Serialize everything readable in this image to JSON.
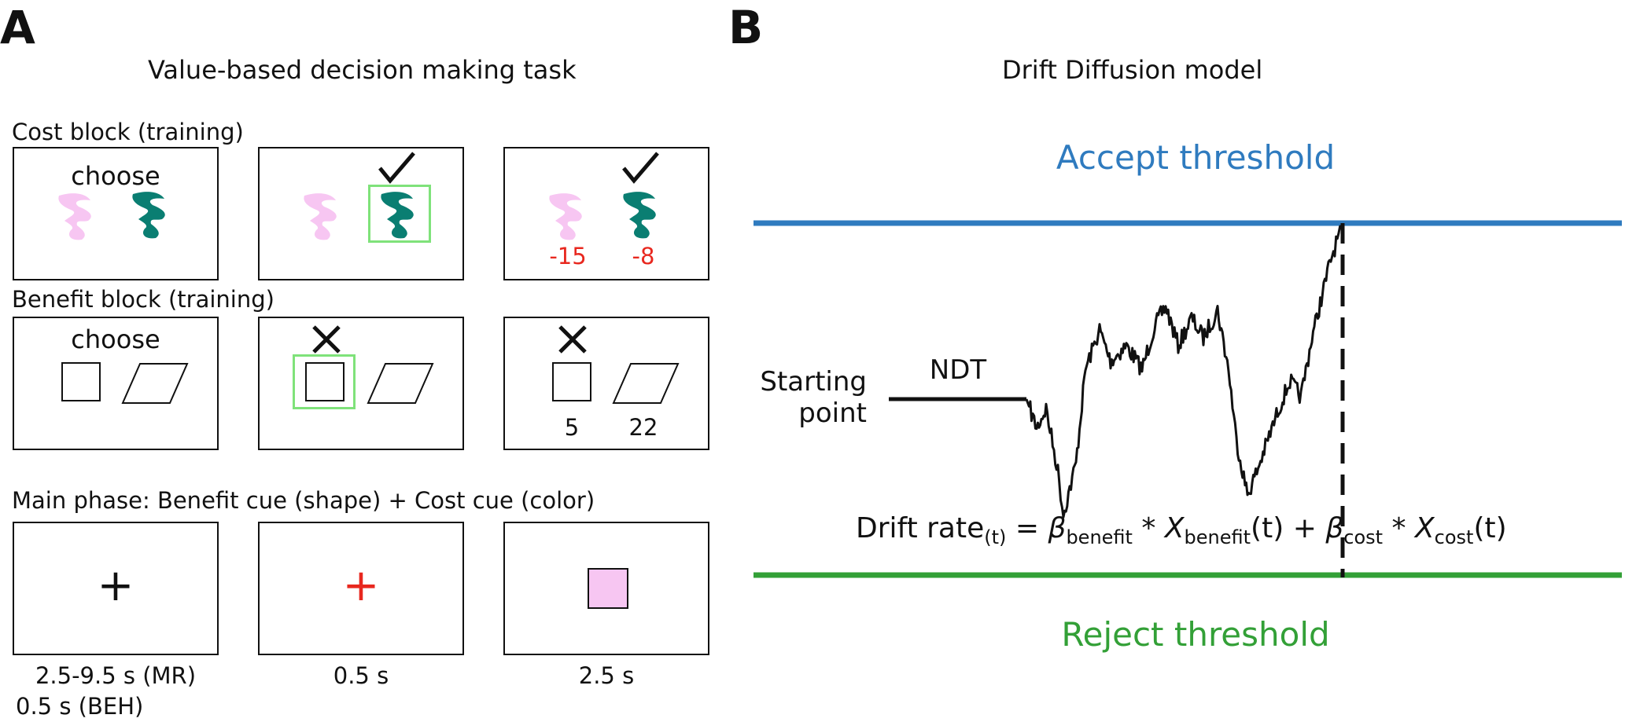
{
  "panel_a": {
    "letter": "A",
    "title": "Value-based decision making task",
    "cost_block": {
      "label": "Cost block (training)",
      "choose": "choose",
      "values": [
        "-15",
        "-8"
      ]
    },
    "benefit_block": {
      "label": "Benefit block (training)",
      "choose": "choose",
      "values": [
        "5",
        "22"
      ]
    },
    "main_phase": {
      "label": "Main phase: Benefit cue (shape) + Cost cue (color)",
      "fixation": "+",
      "timings": [
        "2.5-9.5 s (MR)",
        "0.5 s (BEH)",
        "0.5 s",
        "2.5 s"
      ]
    },
    "colors": {
      "pink_cue": "#f7c6f2",
      "teal_cue": "#0a7e72",
      "selection": "#7fe27a",
      "feedback_red": "#e8281f"
    }
  },
  "panel_b": {
    "letter": "B",
    "title": "Drift Diffusion model",
    "accept_label": "Accept threshold",
    "reject_label": "Reject threshold",
    "start_label_1": "Starting",
    "start_label_2": "point",
    "ndt_label": "NDT",
    "formula": {
      "lhs": "Drift rate",
      "lhs_sub": "(t)",
      "eq": " = ",
      "beta": "β",
      "benefit_sub": "benefit",
      "cost_sub": "cost",
      "times": " * ",
      "x": "X",
      "arg": "(t)",
      "plus": " + "
    },
    "colors": {
      "accept": "#2f7bbf",
      "reject": "#33a037",
      "trace": "#111111"
    }
  }
}
